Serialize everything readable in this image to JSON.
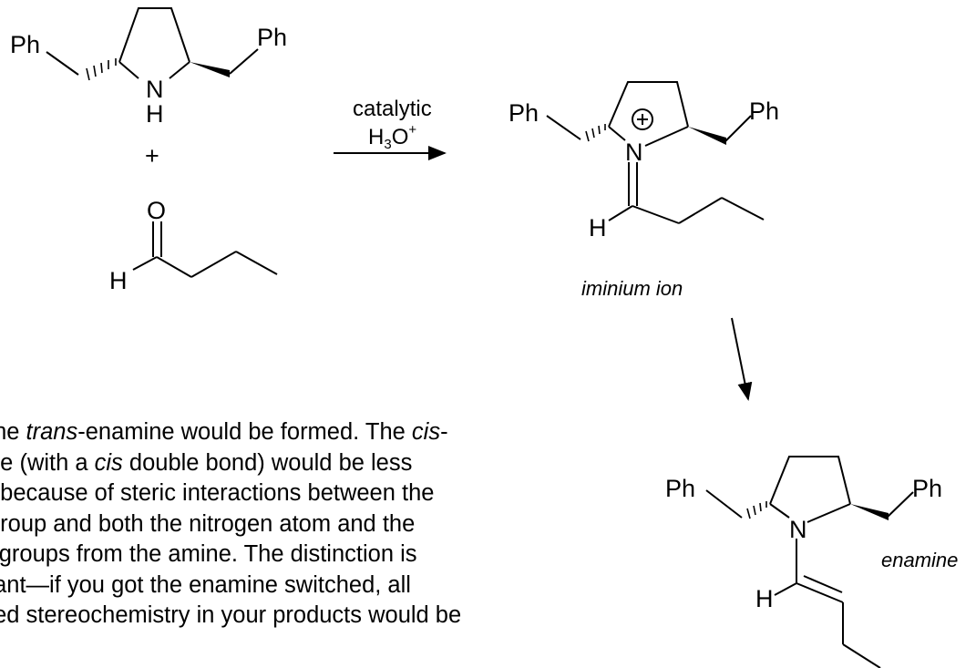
{
  "atoms": {
    "ph": "Ph",
    "n": "N",
    "h": "H",
    "o": "O"
  },
  "plus": "+",
  "conditions": {
    "line1": "catalytic",
    "line2_base": "H",
    "line2_sub": "3",
    "line2_o": "O",
    "line2_sup": "+"
  },
  "labels": {
    "iminium": "iminium ion",
    "enamine": "enamine"
  },
  "paragraph": {
    "l1a": "the ",
    "l1b": "trans",
    "l1c": "-enamine would be formed. The ",
    "l1d": "cis",
    "l1e": "-",
    "l2a": "ne (with a ",
    "l2b": "cis",
    "l2c": " double bond) would be less",
    "l3": ", because of steric interactions between the",
    "l4": "group and both the nitrogen atom and the",
    "l5": "l groups from the amine. The distinction is",
    "l6": "tant—if you got the enamine switched, all",
    "l7": "ted stereochemistry in your products would be"
  }
}
